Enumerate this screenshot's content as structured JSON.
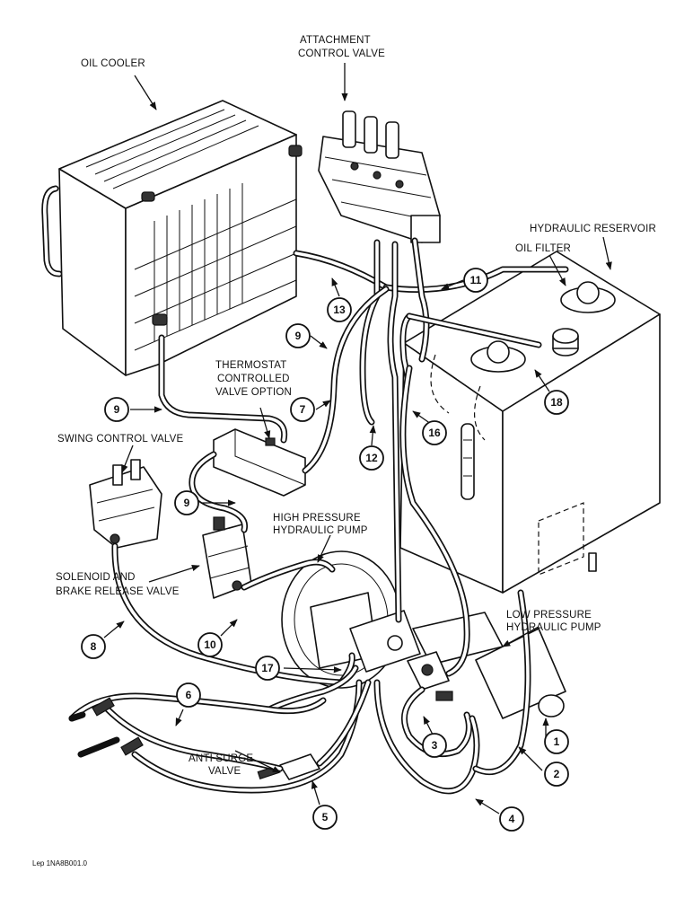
{
  "labels": {
    "oil_cooler": "OIL COOLER",
    "attachment_valve_1": "ATTACHMENT",
    "attachment_valve_2": "CONTROL VALVE",
    "hydraulic_reservoir": "HYDRAULIC RESERVOIR",
    "oil_filter": "OIL FILTER",
    "thermostat_1": "THERMOSTAT",
    "thermostat_2": "CONTROLLED",
    "thermostat_3": "VALVE OPTION",
    "swing_control_valve": "SWING CONTROL VALVE",
    "high_pressure_pump_1": "HIGH PRESSURE",
    "high_pressure_pump_2": "HYDRAULIC PUMP",
    "solenoid_valve_1": "SOLENOID AND",
    "solenoid_valve_2": "BRAKE RELEASE VALVE",
    "low_pressure_pump_1": "LOW PRESSURE",
    "low_pressure_pump_2": "HYDRAULIC PUMP",
    "anti_surge_1": "ANTI SURGE",
    "anti_surge_2": "VALVE"
  },
  "callouts": {
    "c1": "1",
    "c2": "2",
    "c3": "3",
    "c4": "4",
    "c5": "5",
    "c6": "6",
    "c7": "7",
    "c8": "8",
    "c9a": "9",
    "c9b": "9",
    "c9c": "9",
    "c10": "10",
    "c11": "11",
    "c12": "12",
    "c13": "13",
    "c16": "16",
    "c17": "17",
    "c18": "18"
  },
  "footer": {
    "reference": "Lep 1NA8B001.0"
  }
}
